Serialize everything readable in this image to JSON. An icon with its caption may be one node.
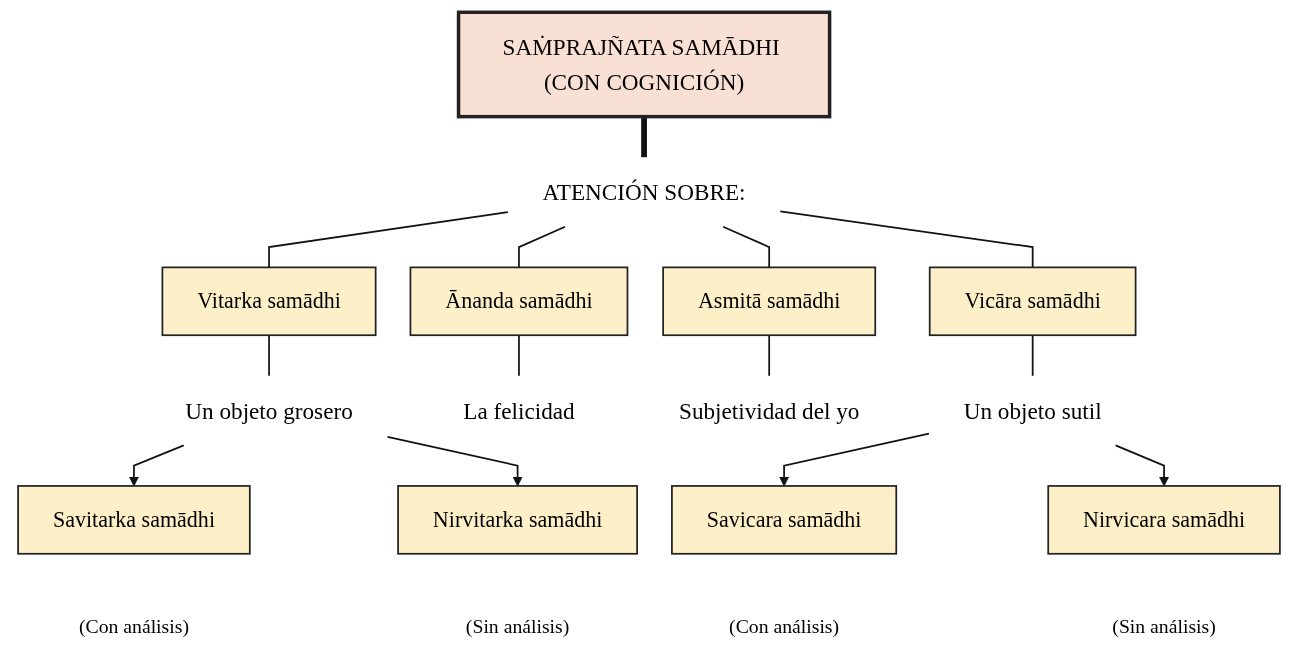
{
  "diagram": {
    "nodes": [
      {
        "text": [
          "SAṀPRAJÑATA SAMĀDHI (CON COGNICIÓN)"
        ]
      },
      {
        "text": [
          "ATENCIÓN SOBRE:"
        ]
      },
      {
        "text": [
          "Vitarka samādhi"
        ]
      },
      {
        "text": [
          "Ānanda samādhi"
        ]
      },
      {
        "text": [
          "Asmitā samādhi"
        ]
      },
      {
        "text": [
          "Vicāra samādhi"
        ]
      },
      {
        "text": [
          "Un objeto grosero"
        ]
      },
      {
        "text": [
          "La felicidad"
        ]
      },
      {
        "text": [
          "Subjetividad del yo"
        ]
      },
      {
        "text": [
          "Un objeto sutil"
        ]
      },
      {
        "text": [
          "Savitarka samādhi"
        ],
        "beside": [
          "(Con análisis)"
        ]
      },
      {
        "text": [
          "Nirvitarka samādhi"
        ],
        "beside": [
          "(Sin análisis)"
        ]
      },
      {
        "text": [
          "Savicara samādhi"
        ],
        "beside": [
          "(Con análisis)"
        ]
      },
      {
        "text": [
          "Nirvicara samādhi"
        ],
        "beside": [
          "(Sin análisis)"
        ]
      }
    ],
    "edges": [
      {
        "from": 0,
        "to": 1,
        "arrow": "none",
        "style": "thick"
      },
      {
        "from": 1,
        "to": 2,
        "arrow": "none"
      },
      {
        "from": 1,
        "to": 3,
        "arrow": "none"
      },
      {
        "from": 1,
        "to": 4,
        "arrow": "none"
      },
      {
        "from": 1,
        "to": 5,
        "arrow": "none"
      },
      {
        "from": 2,
        "to": 6,
        "arrow": "none"
      },
      {
        "from": 3,
        "to": 7,
        "arrow": "none"
      },
      {
        "from": 4,
        "to": 8,
        "arrow": "none"
      },
      {
        "from": 5,
        "to": 9,
        "arrow": "none"
      },
      {
        "from": 6,
        "to": 10,
        "arrow": "to"
      },
      {
        "from": 6,
        "to": 11,
        "arrow": "to"
      },
      {
        "from": 9,
        "to": 12,
        "arrow": "to"
      },
      {
        "from": 9,
        "to": 13,
        "arrow": "to"
      }
    ]
  }
}
